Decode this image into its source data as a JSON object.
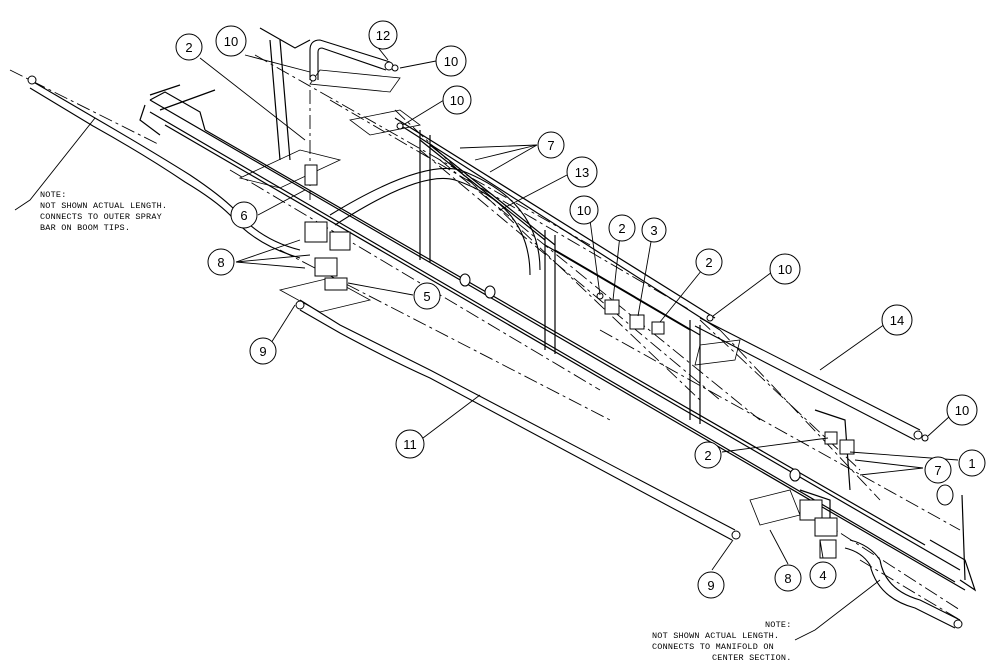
{
  "diagram": {
    "notes": {
      "left": [
        "NOTE:",
        "NOT SHOWN ACTUAL LENGTH.",
        "CONNECTS TO OUTER SPRAY",
        "BAR ON BOOM TIPS."
      ],
      "bottom": [
        "NOTE:",
        "NOT SHOWN ACTUAL LENGTH.",
        "CONNECTS TO MANIFOLD ON",
        "CENTER SECTION."
      ]
    },
    "callouts": [
      {
        "id": "c2a",
        "label": "2"
      },
      {
        "id": "c10a",
        "label": "10"
      },
      {
        "id": "c12",
        "label": "12"
      },
      {
        "id": "c10b",
        "label": "10"
      },
      {
        "id": "c10c",
        "label": "10"
      },
      {
        "id": "c7a",
        "label": "7"
      },
      {
        "id": "c13",
        "label": "13"
      },
      {
        "id": "c6",
        "label": "6"
      },
      {
        "id": "c8a",
        "label": "8"
      },
      {
        "id": "c5",
        "label": "5"
      },
      {
        "id": "c9a",
        "label": "9"
      },
      {
        "id": "c10d",
        "label": "10"
      },
      {
        "id": "c2b",
        "label": "2"
      },
      {
        "id": "c3",
        "label": "3"
      },
      {
        "id": "c2c",
        "label": "2"
      },
      {
        "id": "c10e",
        "label": "10"
      },
      {
        "id": "c14",
        "label": "14"
      },
      {
        "id": "c11",
        "label": "11"
      },
      {
        "id": "c10f",
        "label": "10"
      },
      {
        "id": "c2d",
        "label": "2"
      },
      {
        "id": "c1",
        "label": "1"
      },
      {
        "id": "c7b",
        "label": "7"
      },
      {
        "id": "c9b",
        "label": "9"
      },
      {
        "id": "c8b",
        "label": "8"
      },
      {
        "id": "c4",
        "label": "4"
      }
    ]
  }
}
